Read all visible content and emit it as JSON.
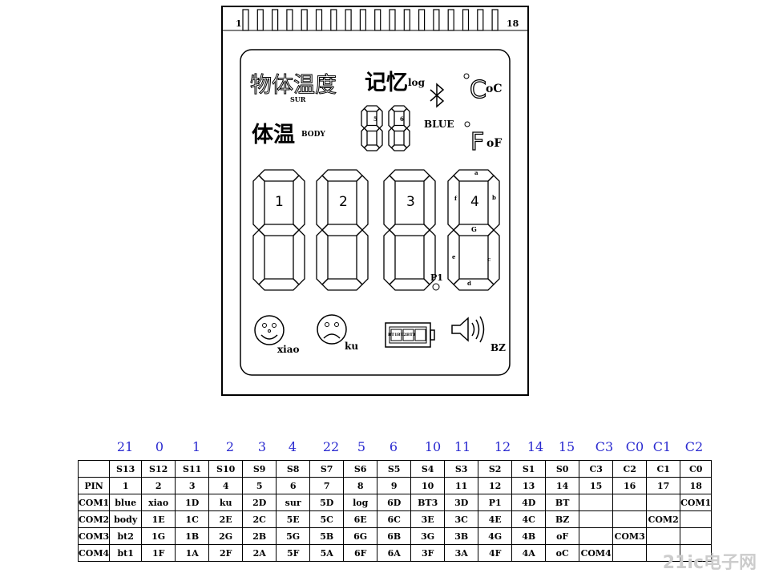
{
  "lcd": {
    "pin_first": "1",
    "pin_last": "18",
    "label_object_temp": "物体温度",
    "label_sur": "SUR",
    "label_memory": "记忆",
    "label_log": "log",
    "label_body_temp": "体温",
    "label_body": "BODY",
    "label_blue": "BLUE",
    "small_digit_5": "5",
    "small_digit_6": "6",
    "unit_c": "C",
    "unit_oc": "oC",
    "unit_f": "F",
    "unit_of": "oF",
    "digits": [
      "1",
      "2",
      "3",
      "4"
    ],
    "seg_a": "a",
    "seg_b": "b",
    "seg_c": "c",
    "seg_d": "d",
    "seg_e": "e",
    "seg_f": "f",
    "seg_g": "G",
    "label_p1": "P1",
    "label_xiao": "xiao",
    "label_ku": "ku",
    "label_bz": "BZ",
    "battery_text": "BT1BT2BT3"
  },
  "blue_numbers": [
    "21",
    "0",
    "1",
    "2",
    "3",
    "4",
    "22",
    "5",
    "6",
    "10",
    "11",
    "12",
    "14",
    "15",
    "C3",
    "C0",
    "C1",
    "C2"
  ],
  "pin_table": {
    "rows": [
      [
        "",
        "S13",
        "S12",
        "S11",
        "S10",
        "S9",
        "S8",
        "S7",
        "S6",
        "S5",
        "S4",
        "S3",
        "S2",
        "S1",
        "S0",
        "C3",
        "C2",
        "C1",
        "C0"
      ],
      [
        "PIN",
        "1",
        "2",
        "3",
        "4",
        "5",
        "6",
        "7",
        "8",
        "9",
        "10",
        "11",
        "12",
        "13",
        "14",
        "15",
        "16",
        "17",
        "18"
      ],
      [
        "COM1",
        "blue",
        "xiao",
        "1D",
        "ku",
        "2D",
        "sur",
        "5D",
        "log",
        "6D",
        "BT3",
        "3D",
        "P1",
        "4D",
        "BT",
        "",
        "",
        "",
        "COM1"
      ],
      [
        "COM2",
        "body",
        "1E",
        "1C",
        "2E",
        "2C",
        "5E",
        "5C",
        "6E",
        "6C",
        "3E",
        "3C",
        "4E",
        "4C",
        "BZ",
        "",
        "",
        "COM2",
        ""
      ],
      [
        "COM3",
        "bt2",
        "1G",
        "1B",
        "2G",
        "2B",
        "5G",
        "5B",
        "6G",
        "6B",
        "3G",
        "3B",
        "4G",
        "4B",
        "oF",
        "",
        "COM3",
        "",
        ""
      ],
      [
        "COM4",
        "bt1",
        "1F",
        "1A",
        "2F",
        "2A",
        "5F",
        "5A",
        "6F",
        "6A",
        "3F",
        "3A",
        "4F",
        "4A",
        "oC",
        "COM4",
        "",
        "",
        ""
      ]
    ]
  },
  "watermark": "21ic电子网"
}
